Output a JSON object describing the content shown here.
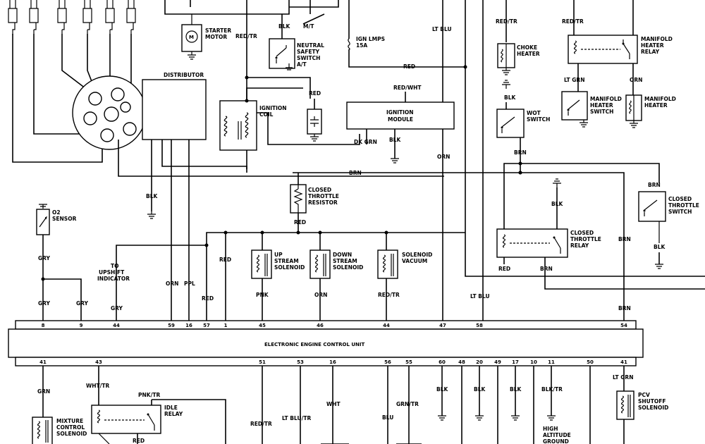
{
  "components": {
    "starter_motor": [
      "STARTER",
      "MOTOR"
    ],
    "mt": "M/T",
    "neutral_safety": [
      "NEUTRAL",
      "SAFETY",
      "SWITCH",
      "A/T"
    ],
    "ign_lmps": [
      "IGN LMPS",
      "15A"
    ],
    "distributor": "DISTRIBUTOR",
    "ignition_coil": [
      "IGNITION",
      "COIL"
    ],
    "ignition_module": [
      "IGNITION",
      "MODULE"
    ],
    "choke_heater": [
      "CHOKE",
      "HEATER"
    ],
    "manifold_heater_relay": [
      "MANIFOLD",
      "HEATER",
      "RELAY"
    ],
    "manifold_heater_switch": [
      "MANIFOLD",
      "HEATER",
      "SWITCH"
    ],
    "manifold_heater": [
      "MANIFOLD",
      "HEATER"
    ],
    "wot_switch": [
      "WOT",
      "SWITCH"
    ],
    "closed_throttle_resistor": [
      "CLOSED",
      "THROTTLE",
      "RESISTOR"
    ],
    "closed_throttle_switch": [
      "CLOSED",
      "THROTTLE",
      "SWITCH"
    ],
    "closed_throttle_relay": [
      "CLOSED",
      "THROTTLE",
      "RELAY"
    ],
    "o2_sensor": [
      "O2",
      "SENSOR"
    ],
    "upshift_indicator": [
      "TO",
      "UPSHIFT",
      "INDICATOR"
    ],
    "upstream_solenoid": [
      "UP",
      "STREAM",
      "SOLENOID"
    ],
    "downstream_solenoid": [
      "DOWN",
      "STREAM",
      "SOLENOID"
    ],
    "solenoid_vacuum": [
      "SOLENOID",
      "VACUUM"
    ],
    "ecu": "ELECTRONIC ENGINE CONTROL UNIT",
    "mixture_control": [
      "MIXTURE",
      "CONTROL",
      "SOLENOID"
    ],
    "idle_relay": [
      "IDLE",
      "RELAY"
    ],
    "pcv_shutoff": [
      "PCV",
      "SHUTOFF",
      "SOLENOID"
    ],
    "high_altitude": [
      "HIGH",
      "ALTITUDE",
      "GROUND"
    ]
  },
  "wire_labels": {
    "red_tr_top": "RED/TR",
    "blk_nss": "BLK",
    "lt_blu_top": "LT BLU",
    "red_ign": "RED",
    "red_wht": "RED/WHT",
    "red_coil": "RED",
    "dk_grn": "DK GRN",
    "blk_mod": "BLK",
    "orn_mod": "ORN",
    "red_tr_choke": "RED/TR",
    "red_tr_relay": "RED/TR",
    "lt_grn": "LT GRN",
    "orn_mh": "ORN",
    "blk_wot": "BLK",
    "brn_wot": "BRN",
    "brn_mid": "BRN",
    "brn_cts": "BRN",
    "blk_ctr": "BLK",
    "blk_cts": "BLK",
    "blk_dist": "BLK",
    "red_res": "RED",
    "red_ctr": "RED",
    "brn_ctr": "BRN",
    "brn_right": "BRN",
    "brn_54": "BRN",
    "gry_o2": "GRY",
    "gry_8": "GRY",
    "gry_9": "GRY",
    "gry_44": "GRY",
    "orn_59": "ORN",
    "ppl_16": "PPL",
    "red_57": "RED",
    "red_1": "RED",
    "pnk_45": "PNK",
    "orn_46": "ORN",
    "red_tr_44": "RED/TR",
    "lt_blu_58": "LT BLU",
    "grn_41": "GRN",
    "wht_tr_43": "WHT/TR",
    "pnk_tr": "PNK/TR",
    "red_idle": "RED",
    "red_tr_51": "RED/TR",
    "lt_blu_tr_53": "LT BLU/TR",
    "wht_16": "WHT",
    "blu_56": "BLU",
    "grn_tr_55": "GRN/TR",
    "blk_60": "BLK",
    "blk_20": "BLK",
    "blk_17": "BLK",
    "blk_tr_11": "BLK/TR",
    "lt_grn_41r": "LT GRN"
  },
  "ecu_top_pins": [
    "8",
    "9",
    "44",
    "59",
    "16",
    "57",
    "1",
    "45",
    "46",
    "44",
    "47",
    "58",
    "54"
  ],
  "ecu_bottom_pins": [
    "41",
    "43",
    "51",
    "53",
    "16",
    "56",
    "55",
    "60",
    "48",
    "20",
    "49",
    "17",
    "10",
    "11",
    "50",
    "41"
  ]
}
